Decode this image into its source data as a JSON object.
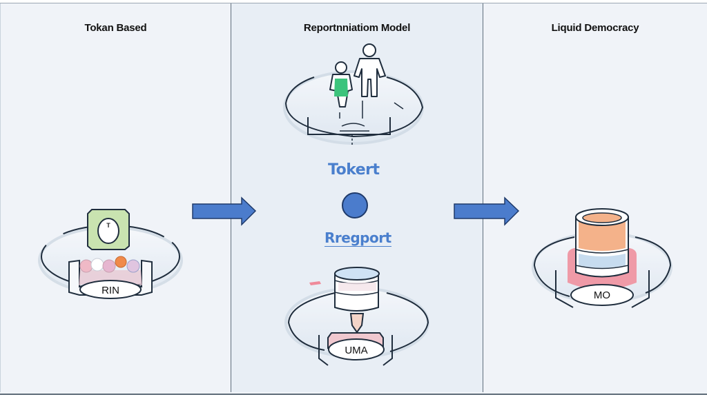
{
  "diagram": {
    "panels": [
      {
        "title": "Tokan Based",
        "disk_label": "RIN"
      },
      {
        "title": "Reportnniatiom Model",
        "top_label": "Tokert",
        "bottom_label": "Rregport",
        "disk_label": "UMA"
      },
      {
        "title": "Liquid Democracy",
        "disk_label": "MO"
      }
    ],
    "arrows": [
      {
        "from": "Tokan Based",
        "to": "Reportnniatiom Model"
      },
      {
        "from": "Reportnniatiom Model",
        "to": "Liquid Democracy"
      }
    ],
    "icons": {
      "panel_1": [
        "token-card-icon",
        "token-pile-icon",
        "platform-icon"
      ],
      "panel_2": [
        "people-icon",
        "platform-icon",
        "node-dot-icon",
        "database-icon"
      ],
      "panel_3": [
        "database-cylinder-icon",
        "platform-icon"
      ]
    },
    "colors": {
      "accent_blue": "#4a7fcd",
      "arrow_fill": "#4b7ccc",
      "green": "#3cc47c",
      "orange": "#f4b28a",
      "pink": "#ef9aa7",
      "light_blue": "#c7dcef",
      "outline": "#1f2d3d"
    }
  }
}
